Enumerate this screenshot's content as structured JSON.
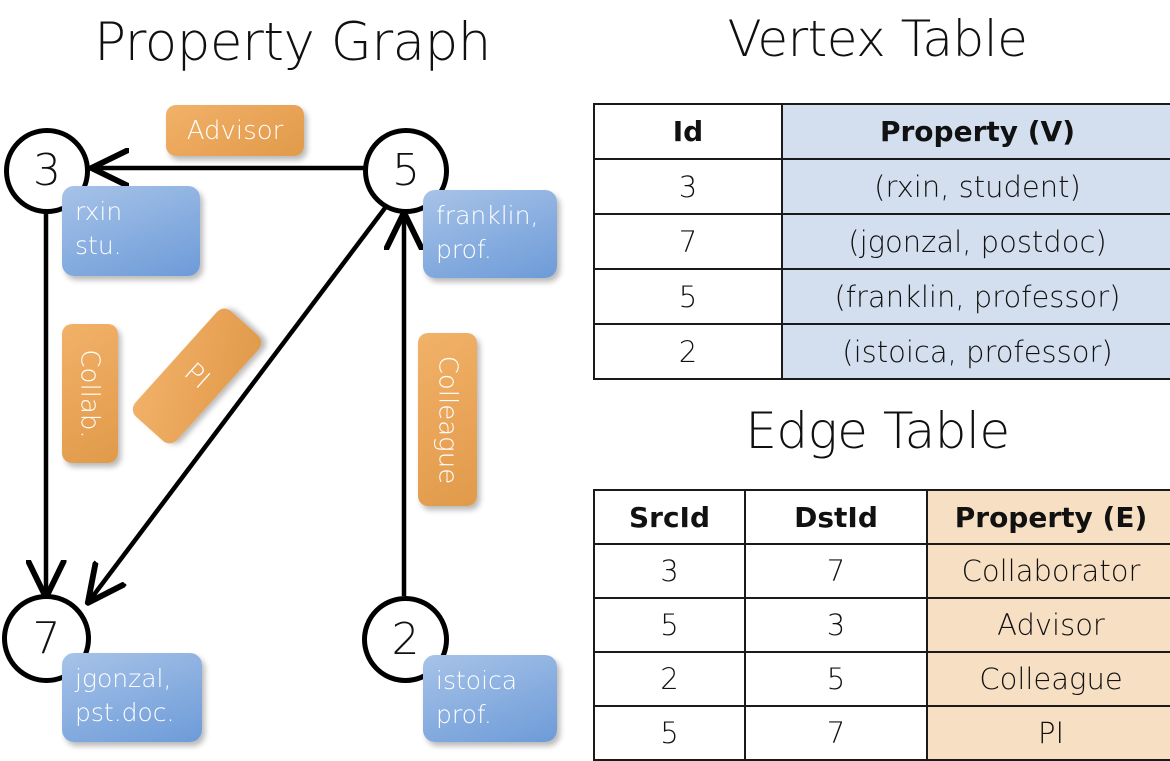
{
  "titles": {
    "property_graph": "Property Graph",
    "vertex_table": "Vertex Table",
    "edge_table": "Edge Table"
  },
  "colors": {
    "vertex_property_fill": "#d3dfef",
    "edge_property_fill": "#f7dfc4",
    "node_property_box": "#6d9bd8",
    "edge_label_box": "#e09a4a",
    "stroke": "#000000"
  },
  "graph": {
    "nodes": [
      {
        "id": "3",
        "property_lines": [
          "rxin",
          "stu."
        ]
      },
      {
        "id": "5",
        "property_lines": [
          "franklin,",
          "prof."
        ]
      },
      {
        "id": "7",
        "property_lines": [
          "jgonzal,",
          "pst.doc."
        ]
      },
      {
        "id": "2",
        "property_lines": [
          "istoica",
          "prof."
        ]
      }
    ],
    "edge_labels": [
      {
        "name": "advisor",
        "text": "Advisor"
      },
      {
        "name": "collab",
        "text": "Collab."
      },
      {
        "name": "pi",
        "text": "PI"
      },
      {
        "name": "colleague",
        "text": "Colleague"
      }
    ],
    "edges": [
      {
        "src": "5",
        "dst": "3",
        "label": "Advisor"
      },
      {
        "src": "3",
        "dst": "7",
        "label": "Collab."
      },
      {
        "src": "5",
        "dst": "7",
        "label": "PI"
      },
      {
        "src": "2",
        "dst": "5",
        "label": "Colleague"
      }
    ]
  },
  "vertex_table": {
    "headers": [
      "Id",
      "Property (V)"
    ],
    "rows": [
      {
        "id": "3",
        "property": "(rxin, student)"
      },
      {
        "id": "7",
        "property": "(jgonzal, postdoc)"
      },
      {
        "id": "5",
        "property": "(franklin, professor)"
      },
      {
        "id": "2",
        "property": "(istoica, professor)"
      }
    ]
  },
  "edge_table": {
    "headers": [
      "SrcId",
      "DstId",
      "Property (E)"
    ],
    "rows": [
      {
        "src": "3",
        "dst": "7",
        "property": "Collaborator"
      },
      {
        "src": "5",
        "dst": "3",
        "property": "Advisor"
      },
      {
        "src": "2",
        "dst": "5",
        "property": "Colleague"
      },
      {
        "src": "5",
        "dst": "7",
        "property": "PI"
      }
    ]
  }
}
